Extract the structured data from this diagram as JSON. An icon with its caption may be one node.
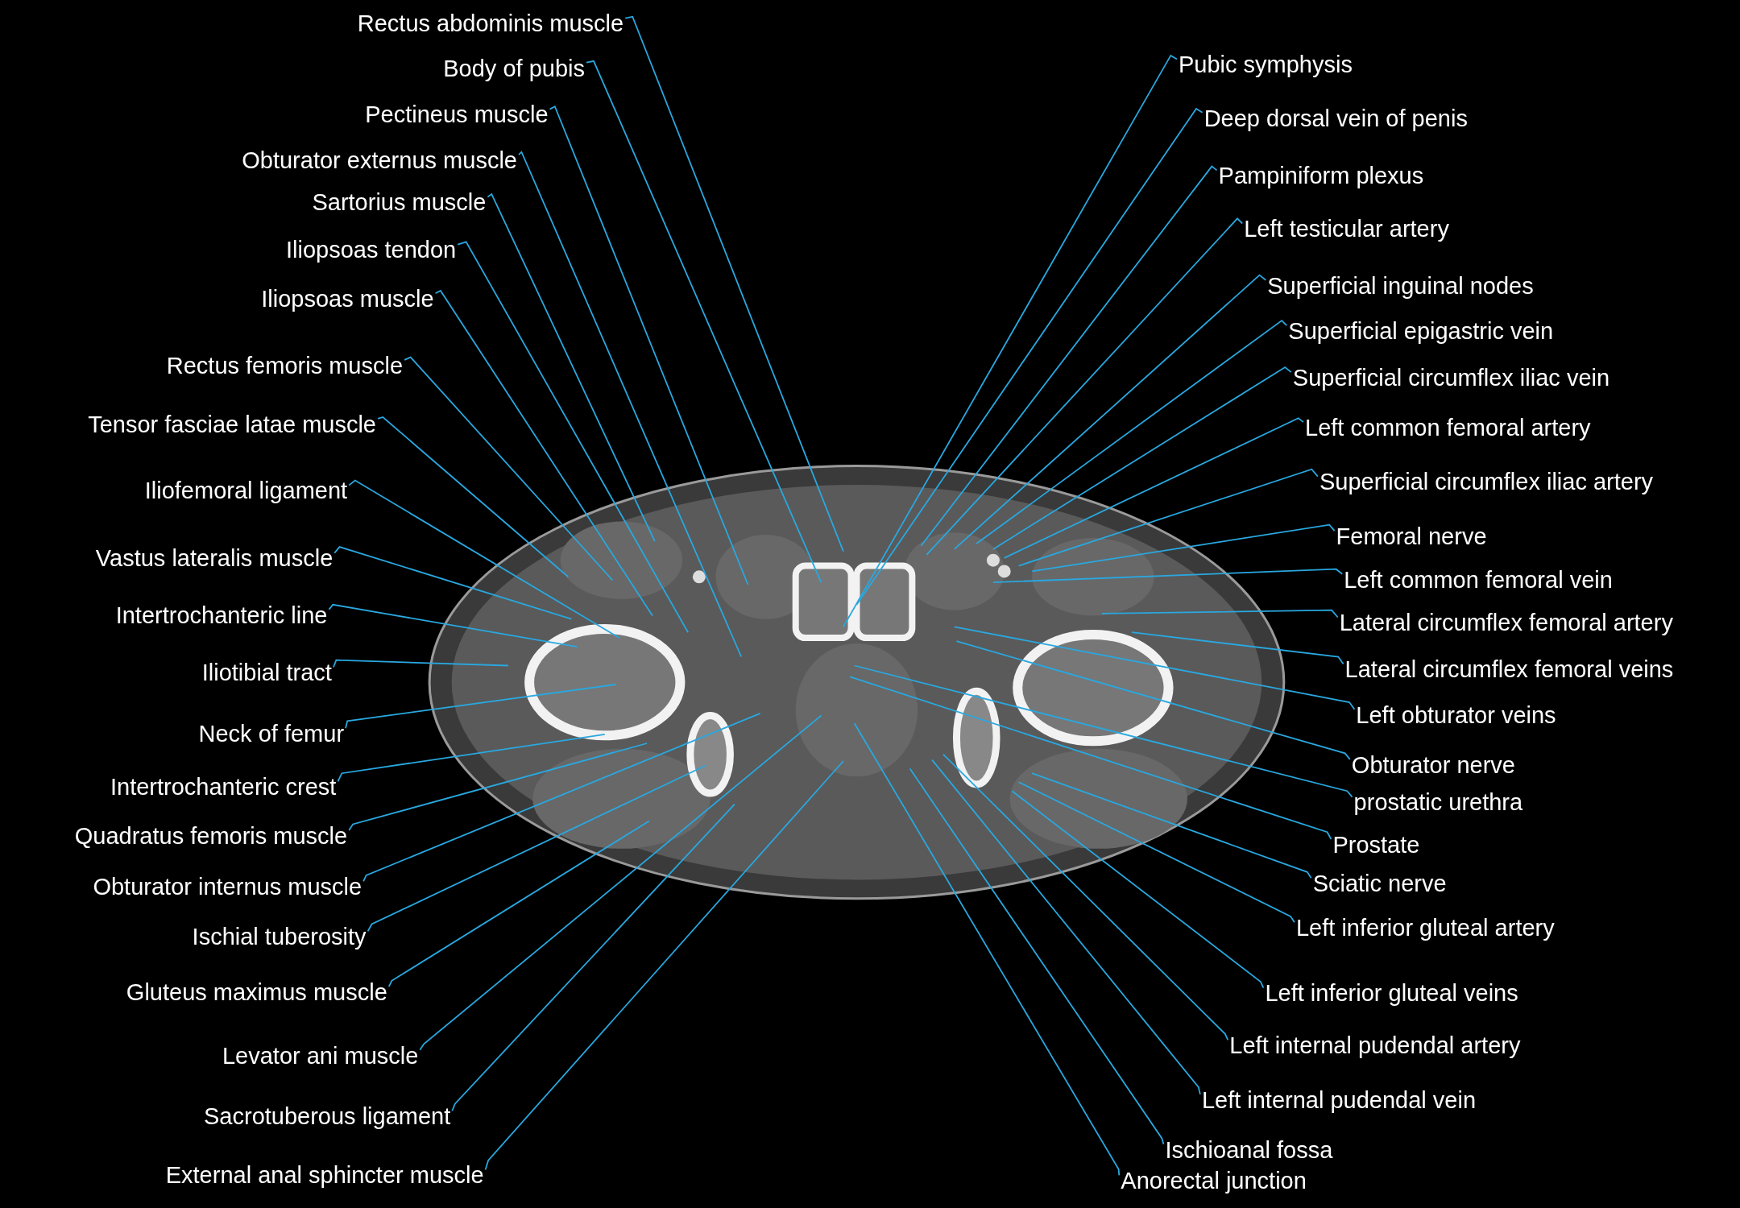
{
  "diagram": {
    "nodes": [
      {
        "text": [
          "Rectus abdominis muscle"
        ]
      },
      {
        "text": [
          "Body of pubis"
        ]
      },
      {
        "text": [
          "Pectineus muscle"
        ]
      },
      {
        "text": [
          "Obturator externus muscle"
        ]
      },
      {
        "text": [
          "Sartorius muscle"
        ]
      },
      {
        "text": [
          "Iliopsoas tendon"
        ]
      },
      {
        "text": [
          "Iliopsoas muscle"
        ]
      },
      {
        "text": [
          "Rectus femoris muscle"
        ]
      },
      {
        "text": [
          "Tensor fasciae latae muscle"
        ]
      },
      {
        "text": [
          "Iliofemoral ligament"
        ]
      },
      {
        "text": [
          "Vastus lateralis muscle"
        ]
      },
      {
        "text": [
          "Intertrochanteric line"
        ]
      },
      {
        "text": [
          "Iliotibial tract"
        ]
      },
      {
        "text": [
          "Neck of femur"
        ]
      },
      {
        "text": [
          "Intertrochanteric crest"
        ]
      },
      {
        "text": [
          "Quadratus femoris muscle"
        ]
      },
      {
        "text": [
          "Obturator internus muscle"
        ]
      },
      {
        "text": [
          "Ischial tuberosity"
        ]
      },
      {
        "text": [
          "Gluteus maximus muscle"
        ]
      },
      {
        "text": [
          "Levator ani muscle"
        ]
      },
      {
        "text": [
          "Sacrotuberous ligament"
        ]
      },
      {
        "text": [
          "External anal sphincter muscle"
        ]
      },
      {
        "text": [
          "Pubic symphysis"
        ]
      },
      {
        "text": [
          "Deep dorsal vein of penis"
        ]
      },
      {
        "text": [
          "Pampiniform plexus"
        ]
      },
      {
        "text": [
          "Left testicular artery"
        ]
      },
      {
        "text": [
          "Superficial inguinal nodes"
        ]
      },
      {
        "text": [
          "Superficial epigastric vein"
        ]
      },
      {
        "text": [
          "Superficial circumflex iliac vein"
        ]
      },
      {
        "text": [
          "Left common femoral artery"
        ]
      },
      {
        "text": [
          "Superficial circumflex iliac artery"
        ]
      },
      {
        "text": [
          "Femoral nerve"
        ]
      },
      {
        "text": [
          "Left common femoral vein"
        ]
      },
      {
        "text": [
          "Lateral circumflex femoral artery"
        ]
      },
      {
        "text": [
          "Lateral circumflex femoral veins"
        ]
      },
      {
        "text": [
          "Left obturator veins"
        ]
      },
      {
        "text": [
          "Obturator nerve"
        ]
      },
      {
        "text": [
          "prostatic urethra"
        ]
      },
      {
        "text": [
          "Prostate"
        ]
      },
      {
        "text": [
          "Sciatic nerve"
        ]
      },
      {
        "text": [
          "Left inferior gluteal artery"
        ]
      },
      {
        "text": [
          "Left inferior gluteal veins"
        ]
      },
      {
        "text": [
          "Left internal pudendal artery"
        ]
      },
      {
        "text": [
          "Left internal pudendal vein"
        ]
      },
      {
        "text": [
          "Ischioanal fossa"
        ]
      },
      {
        "text": [
          "Anorectal junction"
        ]
      }
    ],
    "edges": [
      {
        "from": 0,
        "to": null,
        "arrow": "none"
      },
      {
        "from": 1,
        "to": null,
        "arrow": "none"
      },
      {
        "from": 2,
        "to": null,
        "arrow": "none"
      },
      {
        "from": 3,
        "to": null,
        "arrow": "none"
      },
      {
        "from": 4,
        "to": null,
        "arrow": "none"
      },
      {
        "from": 5,
        "to": null,
        "arrow": "none"
      },
      {
        "from": 6,
        "to": null,
        "arrow": "none"
      },
      {
        "from": 7,
        "to": null,
        "arrow": "none"
      },
      {
        "from": 8,
        "to": null,
        "arrow": "none"
      },
      {
        "from": 9,
        "to": null,
        "arrow": "none"
      },
      {
        "from": 10,
        "to": null,
        "arrow": "none"
      },
      {
        "from": 11,
        "to": null,
        "arrow": "none"
      },
      {
        "from": 12,
        "to": null,
        "arrow": "none"
      },
      {
        "from": 13,
        "to": null,
        "arrow": "none"
      },
      {
        "from": 14,
        "to": null,
        "arrow": "none"
      },
      {
        "from": 15,
        "to": null,
        "arrow": "none"
      },
      {
        "from": 16,
        "to": null,
        "arrow": "none"
      },
      {
        "from": 17,
        "to": null,
        "arrow": "none"
      },
      {
        "from": 18,
        "to": null,
        "arrow": "none"
      },
      {
        "from": 19,
        "to": null,
        "arrow": "none"
      },
      {
        "from": 20,
        "to": null,
        "arrow": "none"
      },
      {
        "from": 21,
        "to": null,
        "arrow": "none"
      },
      {
        "from": 22,
        "to": null,
        "arrow": "none"
      },
      {
        "from": 23,
        "to": null,
        "arrow": "none"
      },
      {
        "from": 24,
        "to": null,
        "arrow": "none"
      },
      {
        "from": 25,
        "to": null,
        "arrow": "none"
      },
      {
        "from": 26,
        "to": null,
        "arrow": "none"
      },
      {
        "from": 27,
        "to": null,
        "arrow": "none"
      },
      {
        "from": 28,
        "to": null,
        "arrow": "none"
      },
      {
        "from": 29,
        "to": null,
        "arrow": "none"
      },
      {
        "from": 30,
        "to": null,
        "arrow": "none"
      },
      {
        "from": 31,
        "to": null,
        "arrow": "none"
      },
      {
        "from": 32,
        "to": null,
        "arrow": "none"
      },
      {
        "from": 33,
        "to": null,
        "arrow": "none"
      },
      {
        "from": 34,
        "to": null,
        "arrow": "none"
      },
      {
        "from": 35,
        "to": null,
        "arrow": "none"
      },
      {
        "from": 36,
        "to": null,
        "arrow": "none"
      },
      {
        "from": 37,
        "to": null,
        "arrow": "none"
      },
      {
        "from": 38,
        "to": null,
        "arrow": "none"
      },
      {
        "from": 39,
        "to": null,
        "arrow": "none"
      },
      {
        "from": 40,
        "to": null,
        "arrow": "none"
      },
      {
        "from": 41,
        "to": null,
        "arrow": "none"
      },
      {
        "from": 42,
        "to": null,
        "arrow": "none"
      },
      {
        "from": 43,
        "to": null,
        "arrow": "none"
      },
      {
        "from": 44,
        "to": null,
        "arrow": "none"
      },
      {
        "from": 45,
        "to": null,
        "arrow": "none"
      }
    ]
  }
}
